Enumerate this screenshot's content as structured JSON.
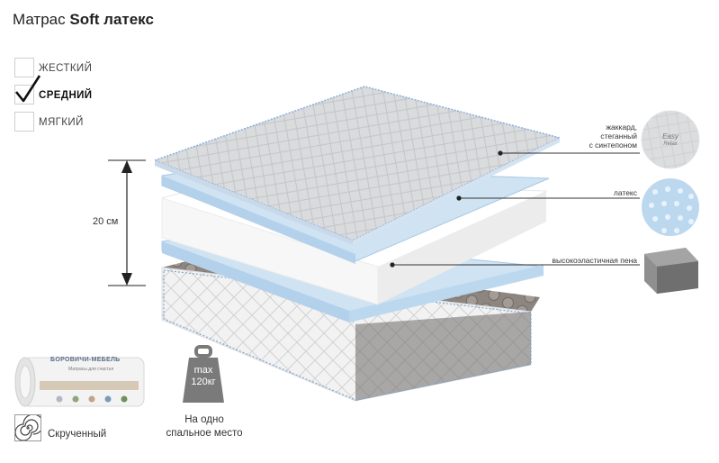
{
  "title": {
    "prefix": "Матрас",
    "name": "Soft латекс"
  },
  "firmness": [
    {
      "label": "ЖЕСТКИЙ",
      "checked": false
    },
    {
      "label": "СРЕДНИЙ",
      "checked": true
    },
    {
      "label": "МЯГКИЙ",
      "checked": false
    }
  ],
  "height_label": "20 см",
  "layers": [
    {
      "line1": "жаккард,",
      "line2": "стеганный",
      "line3": "с синтепоном"
    },
    {
      "line1": "латекс"
    },
    {
      "line1": "высокоэластичная пена"
    }
  ],
  "sample_logo": {
    "top": "Easy",
    "bottom": "Relax"
  },
  "roll": {
    "brand": "БОРОВИЧИ-МЕБЕЛЬ",
    "tagline": "Матрасы для счастья",
    "label": "Скрученный"
  },
  "max_load": {
    "line1": "max",
    "line2": "120кг",
    "caption1": "На одно",
    "caption2": "спальное место"
  },
  "colors": {
    "accent_blue": "#bcd8ef",
    "cover_gray": "#d6d8da",
    "weight_gray": "#7a7a7a"
  }
}
